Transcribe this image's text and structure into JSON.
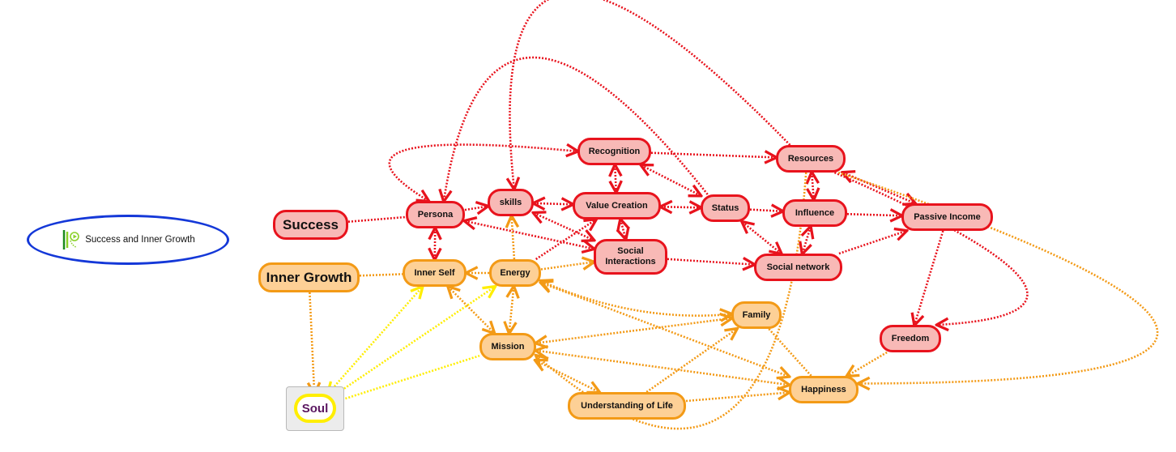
{
  "legend": {
    "label": "Success and Inner Growth",
    "icon": "mindmap-topic-icon"
  },
  "nodes": {
    "success": "Success",
    "persona": "Persona",
    "skills": "skills",
    "recognition": "Recognition",
    "value_creation": "Value Creation",
    "social_interactions": "Social Interactions",
    "status": "Status",
    "resources": "Resources",
    "influence": "Influence",
    "social_network": "Social network",
    "passive_income": "Passive Income",
    "freedom": "Freedom",
    "inner_growth": "Inner Growth",
    "inner_self": "Inner Self",
    "energy": "Energy",
    "mission": "Mission",
    "family": "Family",
    "happiness": "Happiness",
    "understanding_of_life": "Understanding of Life",
    "soul": "Soul"
  },
  "colors": {
    "red_fill": "#f8b9b6",
    "red_border": "#e8131d",
    "orange_fill": "#fdd096",
    "orange_border": "#f39a16",
    "soul_border": "#ffee00",
    "soul_text": "#5a1660",
    "legend_border": "#1438d8"
  },
  "connections": [
    {
      "from": "success",
      "to": "persona",
      "color": "red",
      "ends": "none"
    },
    {
      "from": "persona",
      "to": "recognition",
      "color": "red",
      "ends": "both"
    },
    {
      "from": "persona",
      "to": "skills",
      "color": "red",
      "ends": "end"
    },
    {
      "from": "persona",
      "to": "inner_self",
      "color": "red",
      "ends": "both"
    },
    {
      "from": "persona",
      "to": "social_interactions",
      "color": "red",
      "ends": "both"
    },
    {
      "from": "skills",
      "to": "value_creation",
      "color": "red",
      "ends": "both"
    },
    {
      "from": "skills",
      "to": "social_interactions",
      "color": "red",
      "ends": "both"
    },
    {
      "from": "resources",
      "to": "skills",
      "color": "red",
      "ends": "end"
    },
    {
      "from": "status",
      "to": "persona",
      "color": "red",
      "ends": "end"
    },
    {
      "from": "recognition",
      "to": "resources",
      "color": "red",
      "ends": "end"
    },
    {
      "from": "recognition",
      "to": "value_creation",
      "color": "red",
      "ends": "both"
    },
    {
      "from": "recognition",
      "to": "status",
      "color": "red",
      "ends": "both"
    },
    {
      "from": "value_creation",
      "to": "status",
      "color": "red",
      "ends": "both"
    },
    {
      "from": "value_creation",
      "to": "social_interactions",
      "color": "red",
      "ends": "both"
    },
    {
      "from": "status",
      "to": "influence",
      "color": "red",
      "ends": "end"
    },
    {
      "from": "status",
      "to": "social_network",
      "color": "red",
      "ends": "both"
    },
    {
      "from": "social_interactions",
      "to": "social_network",
      "color": "red",
      "ends": "end"
    },
    {
      "from": "resources",
      "to": "influence",
      "color": "red",
      "ends": "both"
    },
    {
      "from": "influence",
      "to": "social_network",
      "color": "red",
      "ends": "both"
    },
    {
      "from": "influence",
      "to": "passive_income",
      "color": "red",
      "ends": "end"
    },
    {
      "from": "resources",
      "to": "passive_income",
      "color": "red",
      "ends": "both"
    },
    {
      "from": "resources",
      "to": "freedom",
      "color": "red",
      "ends": "end"
    },
    {
      "from": "social_network",
      "to": "passive_income",
      "color": "red",
      "ends": "end"
    },
    {
      "from": "passive_income",
      "to": "freedom",
      "color": "red",
      "ends": "end"
    },
    {
      "from": "energy",
      "to": "value_creation",
      "color": "red",
      "ends": "end"
    },
    {
      "from": "inner_growth",
      "to": "inner_self",
      "color": "orange",
      "ends": "none"
    },
    {
      "from": "inner_growth",
      "to": "soul",
      "color": "orange",
      "ends": "end"
    },
    {
      "from": "energy",
      "to": "inner_self",
      "color": "orange",
      "ends": "end"
    },
    {
      "from": "energy",
      "to": "skills",
      "color": "orange",
      "ends": "end"
    },
    {
      "from": "energy",
      "to": "social_interactions",
      "color": "orange",
      "ends": "end"
    },
    {
      "from": "energy",
      "to": "mission",
      "color": "orange",
      "ends": "both"
    },
    {
      "from": "energy",
      "to": "family",
      "color": "orange",
      "ends": "both"
    },
    {
      "from": "energy",
      "to": "happiness",
      "color": "orange",
      "ends": "both"
    },
    {
      "from": "inner_self",
      "to": "mission",
      "color": "orange",
      "ends": "both"
    },
    {
      "from": "mission",
      "to": "family",
      "color": "orange",
      "ends": "both"
    },
    {
      "from": "mission",
      "to": "happiness",
      "color": "orange",
      "ends": "both"
    },
    {
      "from": "mission",
      "to": "understanding_of_life",
      "color": "orange",
      "ends": "both"
    },
    {
      "from": "resources",
      "to": "mission",
      "color": "orange",
      "ends": "end"
    },
    {
      "from": "resources",
      "to": "happiness",
      "color": "orange",
      "ends": "end"
    },
    {
      "from": "family",
      "to": "happiness",
      "color": "orange",
      "ends": "none"
    },
    {
      "from": "understanding_of_life",
      "to": "family",
      "color": "orange",
      "ends": "end"
    },
    {
      "from": "understanding_of_life",
      "to": "happiness",
      "color": "orange",
      "ends": "end"
    },
    {
      "from": "freedom",
      "to": "happiness",
      "color": "orange",
      "ends": "end"
    },
    {
      "from": "soul",
      "to": "inner_self",
      "color": "yellow",
      "ends": "both"
    },
    {
      "from": "soul",
      "to": "energy",
      "color": "yellow",
      "ends": "end"
    },
    {
      "from": "soul",
      "to": "mission",
      "color": "yellow",
      "ends": "none"
    }
  ]
}
